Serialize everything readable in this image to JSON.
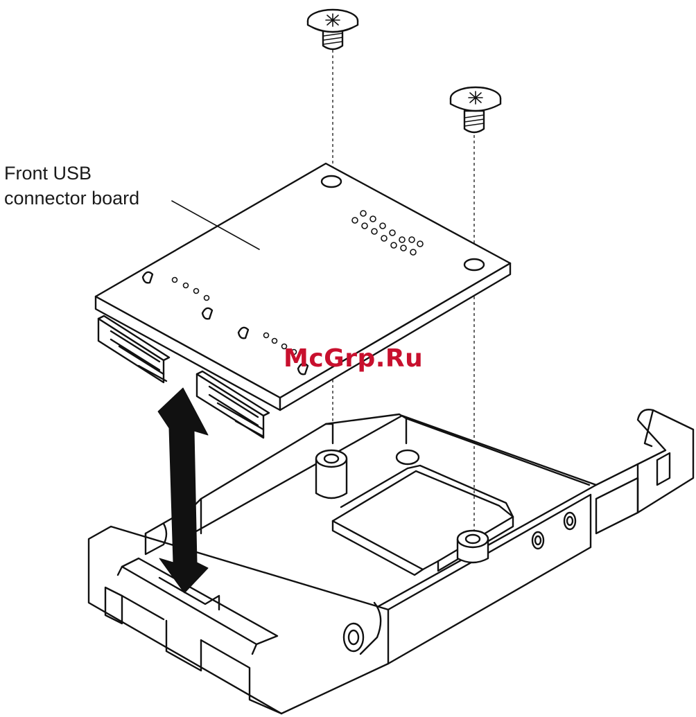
{
  "callout": {
    "line1": "Front USB",
    "line2": "connector board"
  },
  "watermark": "McGrp.Ru",
  "colors": {
    "line": "#111111",
    "watermark": "#c8102e",
    "background": "#ffffff"
  },
  "icons": [
    "phillips-screw-icon",
    "double-arrow-icon"
  ]
}
